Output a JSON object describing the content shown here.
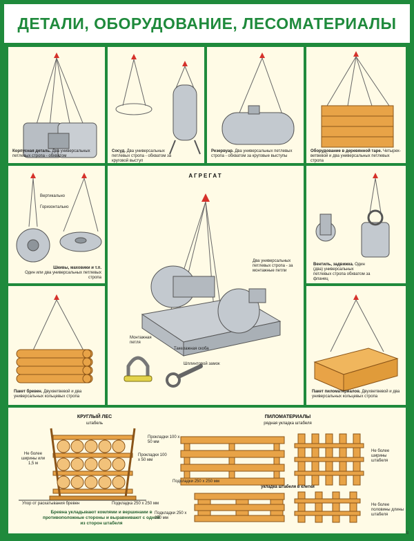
{
  "title": "ДЕТАЛИ, ОБОРУДОВАНИЕ, ЛЕСОМАТЕРИАЛЫ",
  "panels": {
    "body_part": {
      "bold": "Корпусная деталь.",
      "rest": " Два универсальных петлевых стропа - обхватом"
    },
    "vessel": {
      "bold": "Сосуд.",
      "rest": " Два универсальных петлевых стропа - обхватом за круговой выступ"
    },
    "tank": {
      "bold": "Резервуар.",
      "rest": " Два универсальных петлевых стропа - обхватом за круговые выступы"
    },
    "crate": {
      "bold": "Оборудование в деревянной таре.",
      "rest": " Четырех-ветвевой и два универсальных петлевых стропа"
    },
    "pulleys": {
      "bold": "Шкивы, маховики и т.п.",
      "rest": "Один или два универсальных петлевых стропа",
      "label_vertical": "Вертикально",
      "label_horizontal": "Горизонтально"
    },
    "aggregate": {
      "header": "АГРЕГАТ",
      "sling_note": "Два универсальных петлевых стропа - за монтажные петли",
      "mount_loop": "Монтажная петля",
      "shackle": "Такелажная скоба",
      "cotter_lock": "Шплинтовой замок"
    },
    "valve": {
      "bold": "Вентиль, задвижка.",
      "rest": " Один (два) универсальных петлевых стропа обхватом за фланец"
    },
    "logs": {
      "bold": "Пакет бревен.",
      "rest": " Двухветвевой и два универсальных кольцевых стропа"
    },
    "lumber": {
      "bold": "Пакет пиломатериалов.",
      "rest": " Двухветвевой и два универсальных кольцевых стропа"
    }
  },
  "bottom": {
    "round_wood": {
      "header": "КРУГЛЫЙ ЛЕС",
      "subheader": "штабель",
      "max_height": "Не более ширины или 1,5 м",
      "spacers": "Прокладки 100 x 50 мм",
      "stop": "Упор от раскатывания бревен",
      "base": "Подкладка 250 x 250 мм",
      "note": "Бревна укладывают комлями и вершинами в противоположные стороны и выравнивают с одной из сторон штабеля"
    },
    "sawn_timber": {
      "header": "ПИЛОМАТЕРИАЛЫ",
      "subheader_row": "рядная укладка штабеля",
      "spacers": "Прокладки 100 x 50 мм",
      "base": "Подкладки 250 x 250 мм",
      "max_width": "Не более ширины штабеля",
      "subheader_cage": "укладка штабеля в клетки",
      "base2": "Подкладки 250 x 250 мм",
      "max_half": "Не более половины длины штабеля"
    }
  },
  "page_number": "3",
  "colors": {
    "green": "#1f8a3c",
    "panel": "#fffbe6",
    "wood": "#e8a347",
    "hook": "#d6312a",
    "metal": "#b8bec4"
  }
}
